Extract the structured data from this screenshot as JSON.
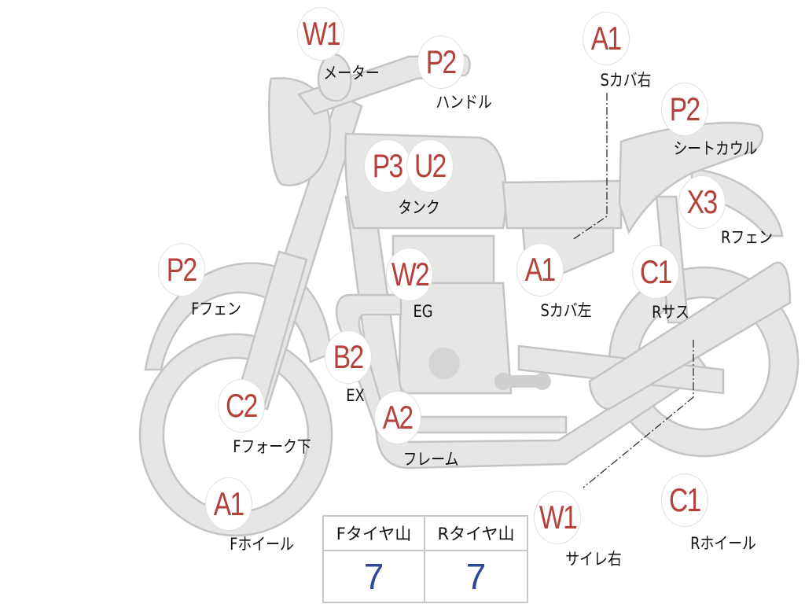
{
  "colors": {
    "code": "#b5413b",
    "value": "#2d4a9a",
    "body": "#e6e6e4",
    "outline": "#c4c4c4"
  },
  "markers": [
    {
      "code": "W1",
      "label": "メーター"
    },
    {
      "code": "P2",
      "label": "ハンドル"
    },
    {
      "code": "A1",
      "label": "Sカバ右"
    },
    {
      "code": "P2",
      "label": "シートカウル"
    },
    {
      "code": "P3",
      "label": ""
    },
    {
      "code": "U2",
      "label": "タンク"
    },
    {
      "code": "X3",
      "label": "Rフェン"
    },
    {
      "code": "P2",
      "label": "Fフェン"
    },
    {
      "code": "W2",
      "label": "EG"
    },
    {
      "code": "A1",
      "label": "Sカバ左"
    },
    {
      "code": "C1",
      "label": "Rサス"
    },
    {
      "code": "B2",
      "label": "EX"
    },
    {
      "code": "C2",
      "label": "Fフォーク下"
    },
    {
      "code": "A2",
      "label": "フレーム"
    },
    {
      "code": "A1",
      "label": "Fホイール"
    },
    {
      "code": "W1",
      "label": "サイレ右"
    },
    {
      "code": "C1",
      "label": "Rホイール"
    }
  ],
  "tire_table": {
    "headers": [
      "Fタイヤ山",
      "Rタイヤ山"
    ],
    "values": [
      "7",
      "7"
    ]
  }
}
